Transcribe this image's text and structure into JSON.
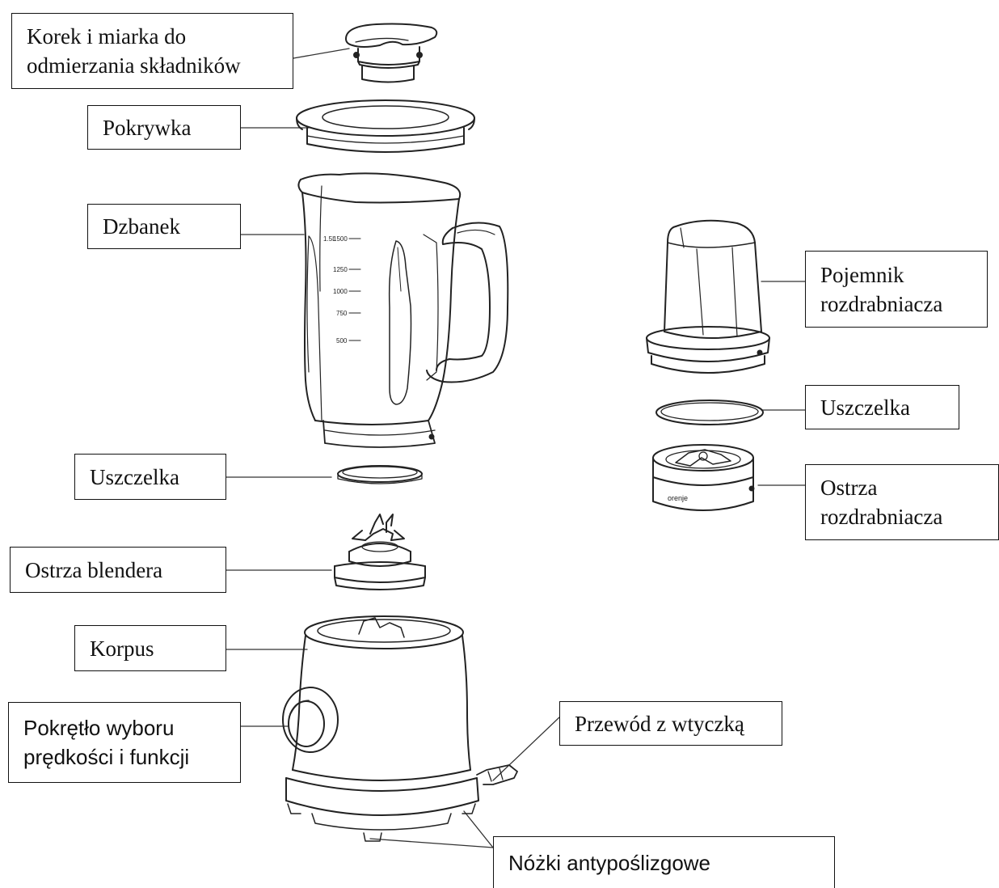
{
  "labels": {
    "korek": [
      "Korek i miarka do",
      "odmierzania składników"
    ],
    "pokrywka": "Pokrywka",
    "dzbanek": "Dzbanek",
    "uszczelka_left": "Uszczelka",
    "ostrza_blendera": "Ostrza blendera",
    "korpus": "Korpus",
    "pokretlo": [
      "Pokrętło wyboru",
      "prędkości i funkcji"
    ],
    "pojemnik": [
      "Pojemnik",
      "rozdrabniacza"
    ],
    "uszczelka_right": "Uszczelka",
    "ostrza_rozdrabniacza": [
      "Ostrza",
      "rozdrabniacza"
    ],
    "przewod": "Przewód z wtyczką",
    "nozki": "Nóżki antypoślizgowe"
  },
  "jug_scale": [
    "1500",
    "1250",
    "1000",
    "750",
    "500"
  ],
  "jug_max_mark": "1.5L",
  "brand_mark": "orenje"
}
